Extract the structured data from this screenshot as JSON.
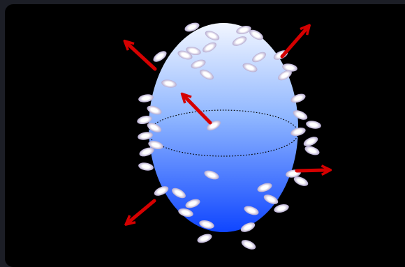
{
  "figure": {
    "colors": {
      "background": "#000000",
      "frame": "#1c1e26",
      "ellipsoid_top": "#f2f6ff",
      "ellipsoid_mid": "#8fb6ff",
      "ellipsoid_bottom": "#0f45ff",
      "arrow": "#d50000",
      "equator": "#000000",
      "particle_outer": "#b4a9cf",
      "particle_core": "#ffffff"
    },
    "arrows": [
      {
        "name": "arrow-upper-left",
        "direction": "up-left"
      },
      {
        "name": "arrow-upper-right",
        "direction": "up-right"
      },
      {
        "name": "arrow-inner",
        "direction": "up-left"
      },
      {
        "name": "arrow-right",
        "direction": "right"
      },
      {
        "name": "arrow-lower-left",
        "direction": "down-left"
      }
    ],
    "equator_style": "dotted"
  }
}
